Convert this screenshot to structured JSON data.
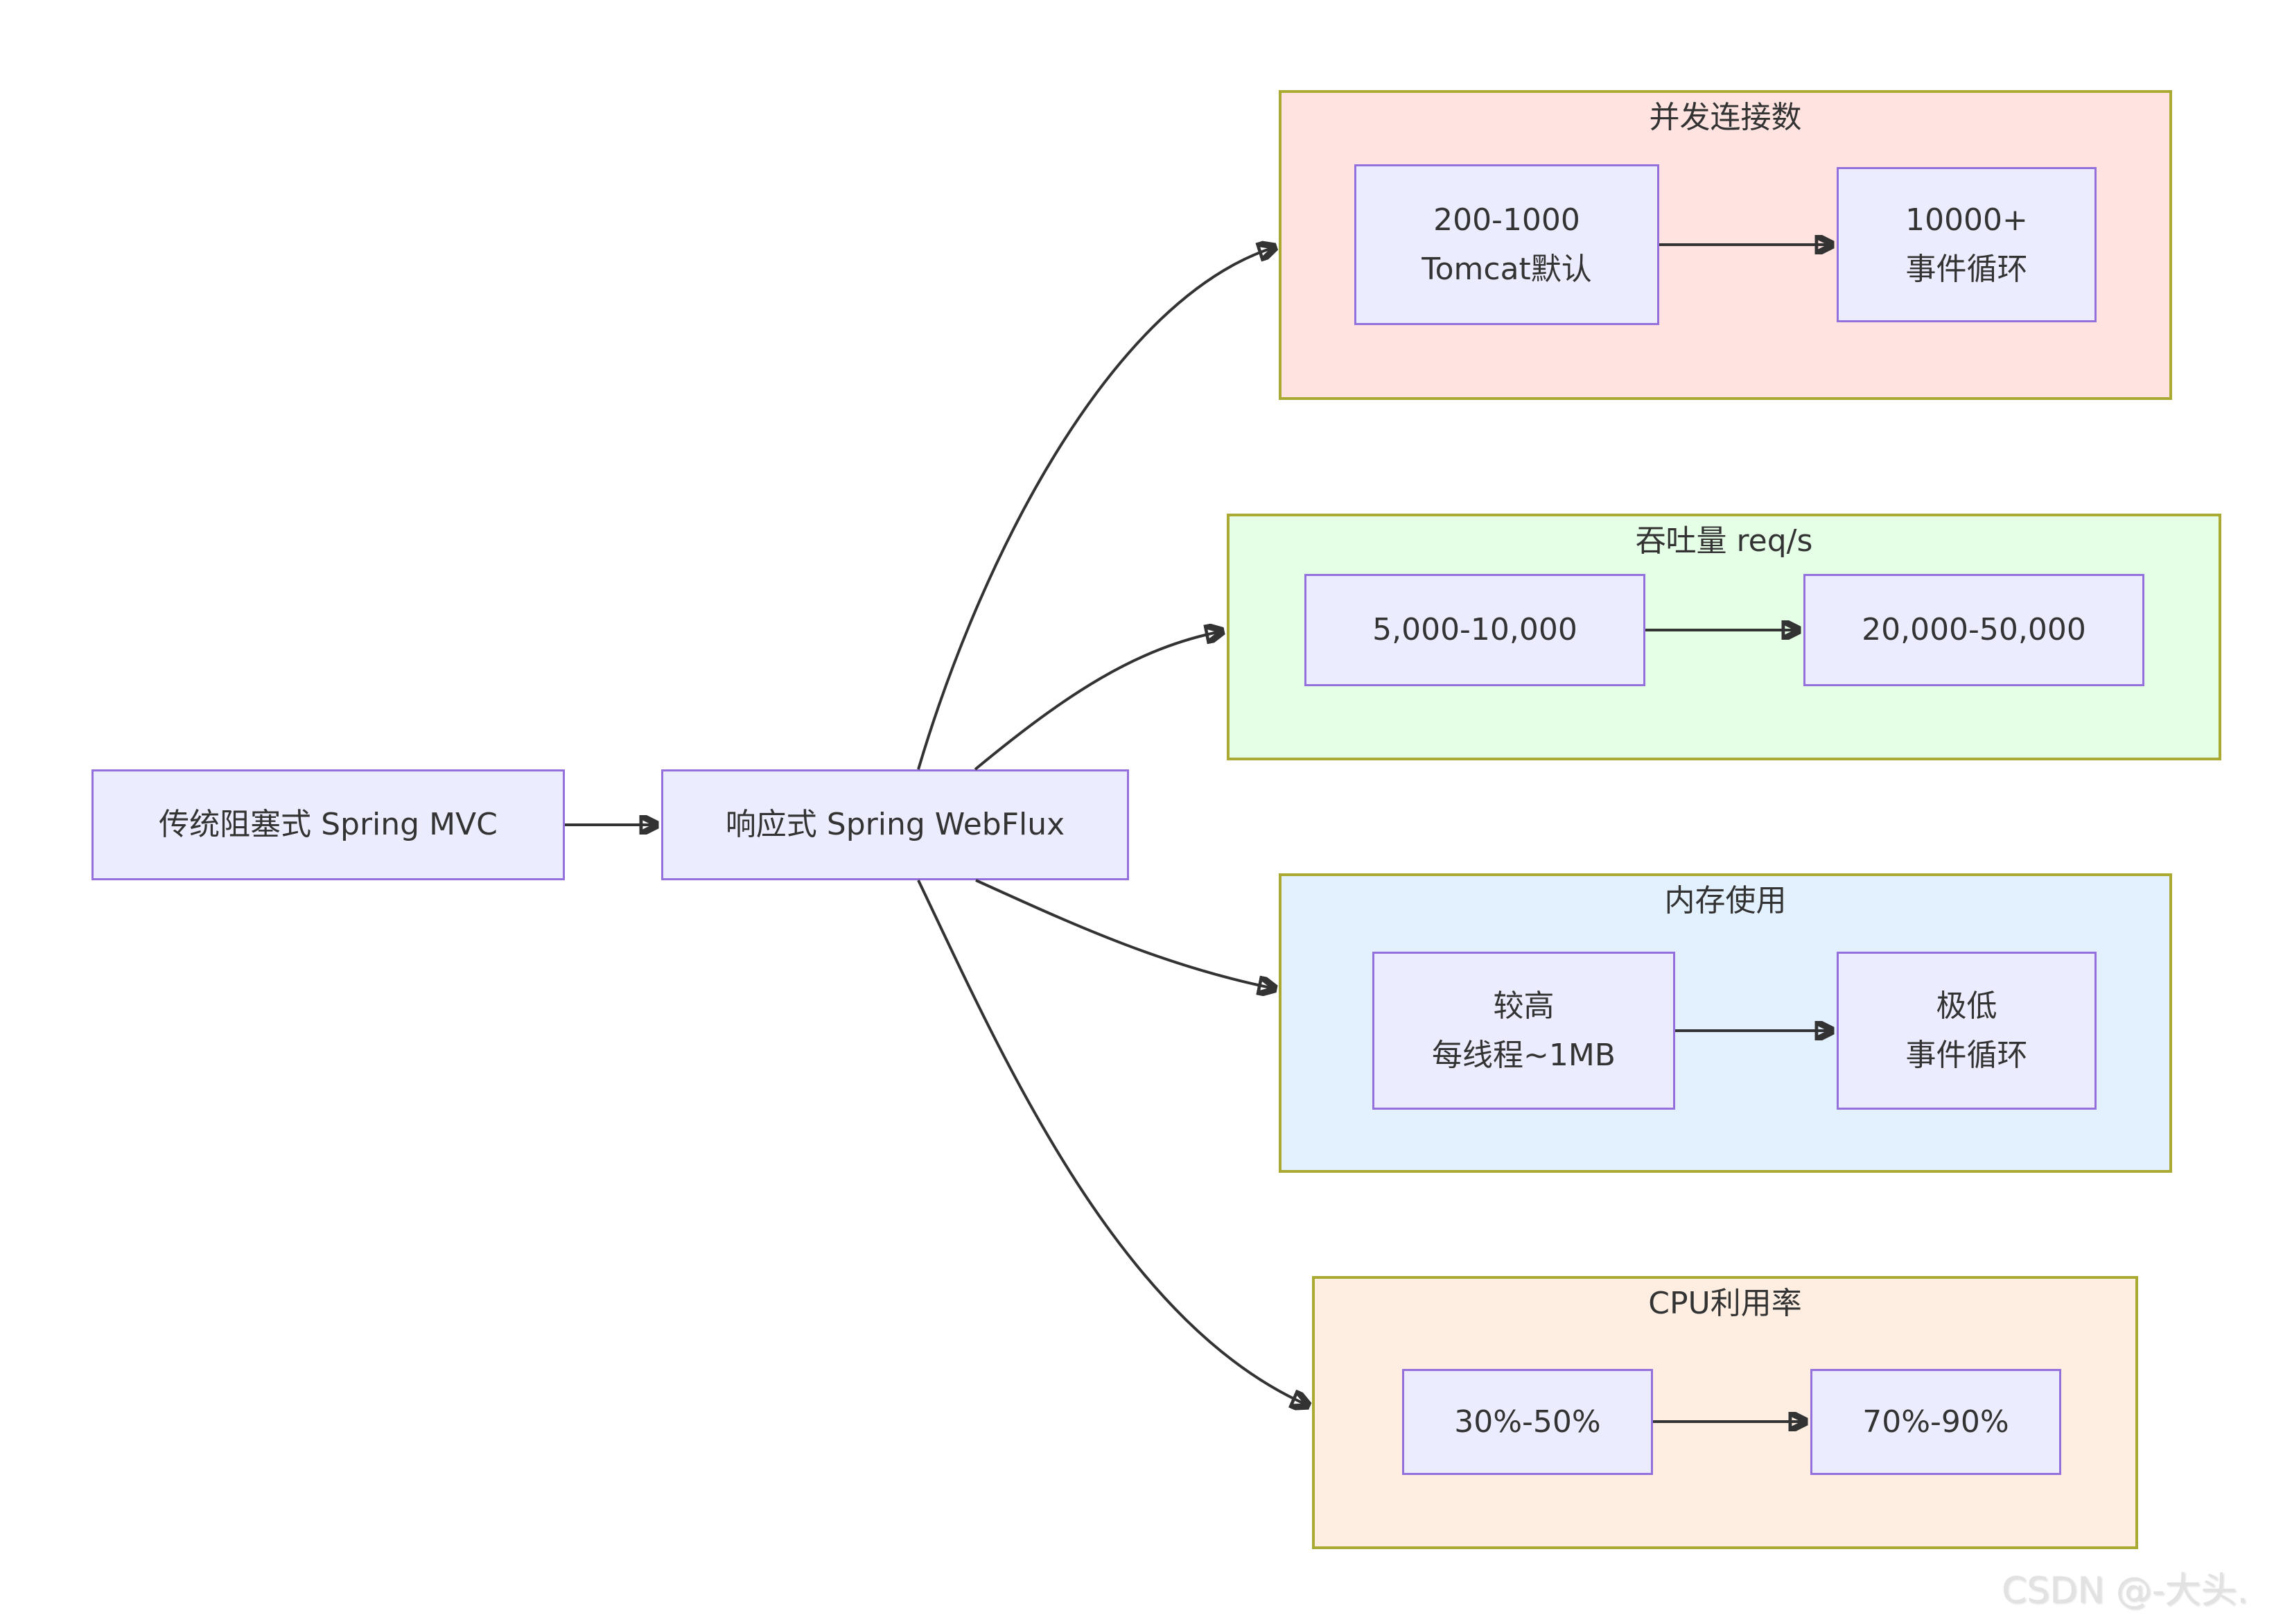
{
  "nodes": {
    "mvc": {
      "label": "传统阻塞式 Spring MVC"
    },
    "webflux": {
      "label": "响应式 Spring WebFlux"
    }
  },
  "clusters": [
    {
      "id": "concurrent-connections",
      "title": "并发连接数",
      "bg": "#ffe3e1",
      "from_lines": [
        "200-1000",
        "Tomcat默认"
      ],
      "to_lines": [
        "10000+",
        "事件循环"
      ]
    },
    {
      "id": "throughput",
      "title": "吞吐量 req/s",
      "bg": "#e4ffe6",
      "from_lines": [
        "5,000-10,000"
      ],
      "to_lines": [
        "20,000-50,000"
      ]
    },
    {
      "id": "memory-usage",
      "title": "内存使用",
      "bg": "#e3f0fe",
      "from_lines": [
        "较高",
        "每线程~1MB"
      ],
      "to_lines": [
        "极低",
        "事件循环"
      ]
    },
    {
      "id": "cpu-utilization",
      "title": "CPU利用率",
      "bg": "#fdeee1",
      "from_lines": [
        "30%-50%"
      ],
      "to_lines": [
        "70%-90%"
      ]
    }
  ],
  "edges": [
    {
      "from": "传统阻塞式 Spring MVC",
      "to": "响应式 Spring WebFlux"
    },
    {
      "from": "响应式 Spring WebFlux",
      "to": "并发连接数"
    },
    {
      "from": "响应式 Spring WebFlux",
      "to": "吞吐量 req/s"
    },
    {
      "from": "响应式 Spring WebFlux",
      "to": "内存使用"
    },
    {
      "from": "响应式 Spring WebFlux",
      "to": "CPU利用率"
    },
    {
      "from": "200-1000 Tomcat默认",
      "to": "10000+ 事件循环"
    },
    {
      "from": "5,000-10,000",
      "to": "20,000-50,000"
    },
    {
      "from": "较高 每线程~1MB",
      "to": "极低 事件循环"
    },
    {
      "from": "30%-50%",
      "to": "70%-90%"
    }
  ],
  "colors": {
    "node_fill": "#ECECFF",
    "node_border": "#9370DB",
    "cluster_border": "#aaaa33",
    "cluster_bg_connections": "#ffe3e1",
    "cluster_bg_throughput": "#e4ffe6",
    "cluster_bg_memory": "#e3f0fe",
    "cluster_bg_cpu": "#fdeee1",
    "edge": "#333333",
    "text": "#333333",
    "watermark": "#e2e2e2"
  },
  "watermark": {
    "text": "CSDN @-大头."
  }
}
